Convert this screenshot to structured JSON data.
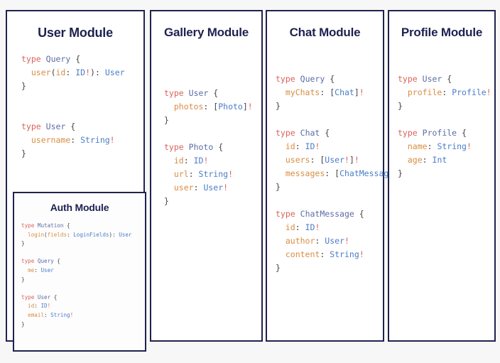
{
  "theme": {
    "page_background": "#f7f7f7",
    "panel_background": "#ffffff",
    "panel_border": "#20224f",
    "title_color": "#1e2150",
    "syntax": {
      "keyword": "#d9635b",
      "type_name": "#5d6ca6",
      "field_name": "#d98c42",
      "return_type": "#4a7dc9",
      "punctuation": "#444444",
      "non_null": "#d9635b"
    }
  },
  "panels": [
    {
      "id": "user",
      "title": "User Module",
      "code_lines": [
        "type Query {",
        "  user(id: ID!): User",
        "}",
        "",
        "",
        "type User {",
        "  username: String!",
        "}"
      ],
      "nested": {
        "id": "auth",
        "title": "Auth Module",
        "code_lines": [
          "type Mutation {",
          "  login(fields: LoginFields): User",
          "}",
          "",
          "type Query {",
          "  me: User",
          "}",
          "",
          "type User {",
          "  id: ID!",
          "  email: String!",
          "}"
        ]
      }
    },
    {
      "id": "gallery",
      "title": "Gallery Module",
      "code_lines": [
        "type User {",
        "  photos: [Photo]!",
        "}",
        "",
        "type Photo {",
        "  id: ID!",
        "  url: String!",
        "  user: User!",
        "}"
      ]
    },
    {
      "id": "chat",
      "title": "Chat Module",
      "code_lines": [
        "type Query {",
        "  myChats: [Chat]!",
        "}",
        "",
        "type Chat {",
        "  id: ID!",
        "  users: [User!]!",
        "  messages: [ChatMessage]!",
        "}",
        "",
        "type ChatMessage {",
        "  id: ID!",
        "  author: User!",
        "  content: String!",
        "}"
      ]
    },
    {
      "id": "profile",
      "title": "Profile Module",
      "code_lines": [
        "type User {",
        "  profile: Profile!",
        "}",
        "",
        "type Profile {",
        "  name: String!",
        "  age: Int",
        "}"
      ]
    }
  ]
}
